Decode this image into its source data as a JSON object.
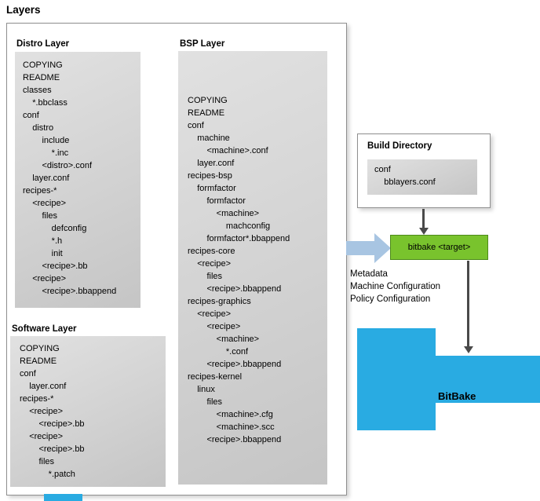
{
  "title": "Layers",
  "distro": {
    "label": "Distro Layer",
    "lines": [
      "COPYING",
      "README",
      "classes",
      "    *.bbclass",
      "conf",
      "    distro",
      "        include",
      "            *.inc",
      "        <distro>.conf",
      "    layer.conf",
      "recipes-*",
      "    <recipe>",
      "        files",
      "            defconfig",
      "            *.h",
      "            init",
      "        <recipe>.bb",
      "    <recipe>",
      "        <recipe>.bbappend"
    ]
  },
  "bsp": {
    "label": "BSP Layer",
    "lines": [
      "COPYING",
      "README",
      "conf",
      "    machine",
      "        <machine>.conf",
      "    layer.conf",
      "recipes-bsp",
      "    formfactor",
      "        formfactor",
      "            <machine>",
      "                machconfig",
      "        formfactor*.bbappend",
      "recipes-core",
      "    <recipe>",
      "        files",
      "        <recipe>.bbappend",
      "recipes-graphics",
      "    <recipe>",
      "        <recipe>",
      "            <machine>",
      "                *.conf",
      "        <recipe>.bbappend",
      "recipes-kernel",
      "    linux",
      "        files",
      "            <machine>.cfg",
      "            <machine>.scc",
      "        <recipe>.bbappend"
    ]
  },
  "software": {
    "label": "Software Layer",
    "lines": [
      "COPYING",
      "README",
      "conf",
      "    layer.conf",
      "recipes-*",
      "    <recipe>",
      "        <recipe>.bb",
      "    <recipe>",
      "        <recipe>.bb",
      "        files",
      "            *.patch"
    ]
  },
  "build_directory": {
    "label": "Build Directory",
    "lines": [
      "conf",
      "    bblayers.conf"
    ]
  },
  "target": {
    "label": "bitbake <target>"
  },
  "notes": {
    "lines": [
      "Metadata",
      "Machine Configuration",
      "Policy Configuration"
    ]
  },
  "bitbake": {
    "label": "BitBake"
  },
  "colors": {
    "bitbake_blue": "#29abe2",
    "target_green": "#79c32d",
    "target_green_border": "#4d8a1b",
    "input_arrow_blue": "#a8c5e2",
    "tree_box_gray": "#d2d2d2",
    "connector_gray": "#4a4a4a"
  }
}
